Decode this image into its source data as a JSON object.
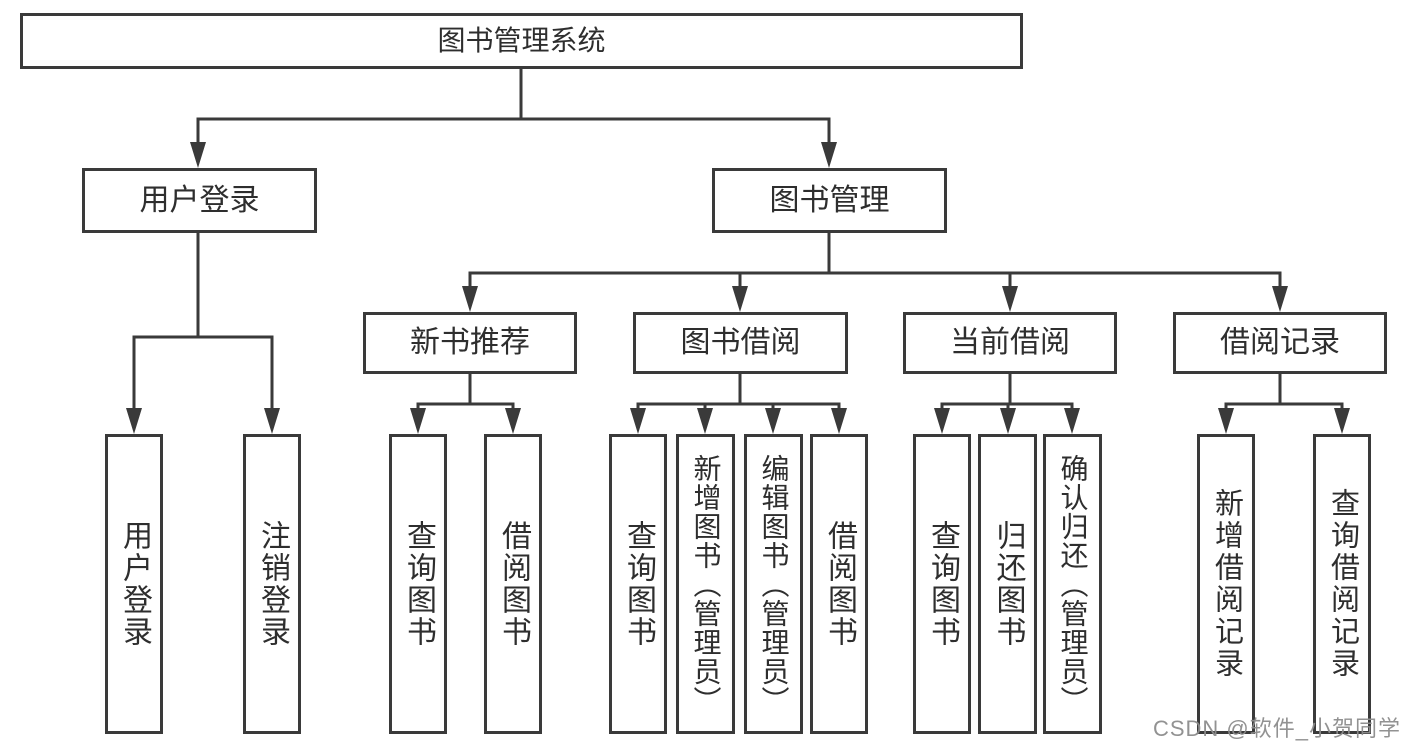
{
  "tree": {
    "root": "图书管理系统",
    "children": [
      {
        "label": "用户登录",
        "children": [
          "用户登录",
          "注销登录"
        ]
      },
      {
        "label": "图书管理",
        "children": [
          {
            "label": "新书推荐",
            "children": [
              "查询图书",
              "借阅图书"
            ]
          },
          {
            "label": "图书借阅",
            "children": [
              "查询图书",
              "新增图书（管理员）",
              "编辑图书（管理员）",
              "借阅图书"
            ]
          },
          {
            "label": "当前借阅",
            "children": [
              "查询图书",
              "归还图书",
              "确认归还（管理员）"
            ]
          },
          {
            "label": "借阅记录",
            "children": [
              "新增借阅记录",
              "查询借阅记录"
            ]
          }
        ]
      }
    ]
  },
  "watermark": "CSDN @软件_小贺同学",
  "colors": {
    "line": "#3a3a3a",
    "text": "#2e2e2e",
    "background": "#ffffff",
    "watermark": "#8c8c8c"
  }
}
